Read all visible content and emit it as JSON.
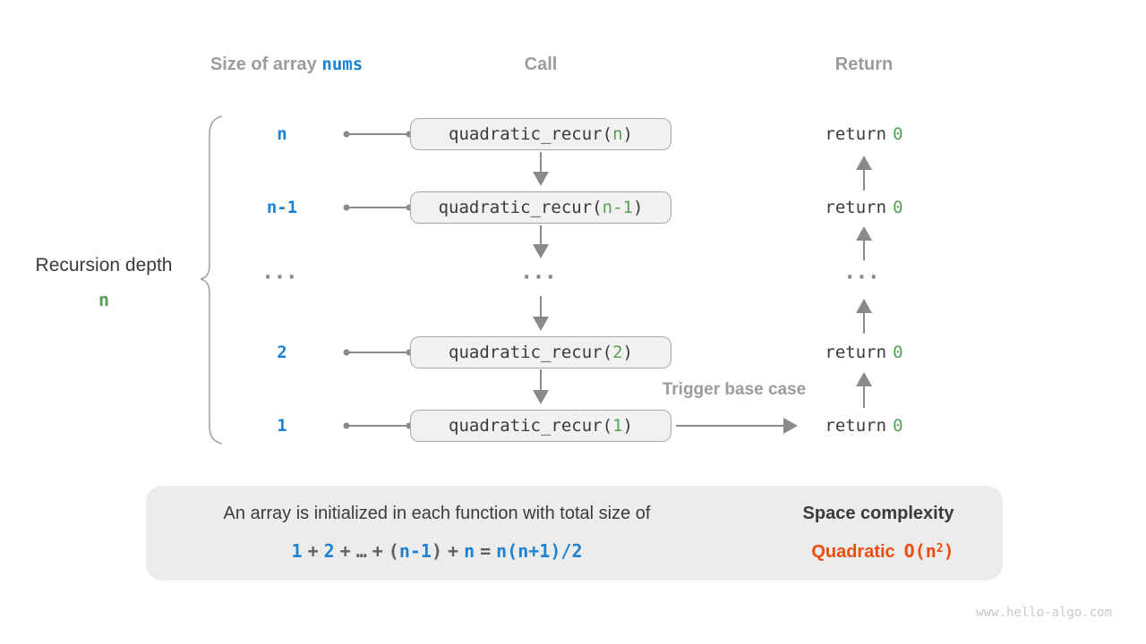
{
  "colors": {
    "blue": "#1e82d2",
    "green": "#57a157",
    "orange": "#ee4d11",
    "gray_label": "#9c9c9c"
  },
  "diagram": {
    "headers": {
      "size_prefix": "Size of array",
      "size_code": "nums",
      "call": "Call",
      "return": "Return"
    },
    "recursion_label": {
      "text": "Recursion depth",
      "value": "n"
    },
    "code": {
      "fn_prefix": "quadratic_recur(",
      "fn_suffix": ")",
      "return_kw": "return",
      "return_val": "0"
    },
    "rows": [
      {
        "size": "n",
        "arg": "n"
      },
      {
        "size": "n-1",
        "arg": "n-1"
      },
      {
        "dots": "···"
      },
      {
        "size": "2",
        "arg": "2"
      },
      {
        "size": "1",
        "arg": "1"
      }
    ],
    "trigger_label": "Trigger base case"
  },
  "summary": {
    "line1": "An array is initialized in each function with total size of",
    "formula": {
      "t1": "1",
      "plus1": "+",
      "t2": "2",
      "plus2": "+",
      "dots": "…",
      "plus3": "+",
      "open": "(",
      "t3": "n-1",
      "close": ")",
      "plus4": "+",
      "t4": "n",
      "equals": "=",
      "result": "n(n+1)/2"
    },
    "result_title": "Space complexity",
    "result_word": "Quadratic",
    "result_o_open": "O(n",
    "result_sup": "2",
    "result_o_close": ")"
  },
  "watermark": "www.hello-algo.com"
}
